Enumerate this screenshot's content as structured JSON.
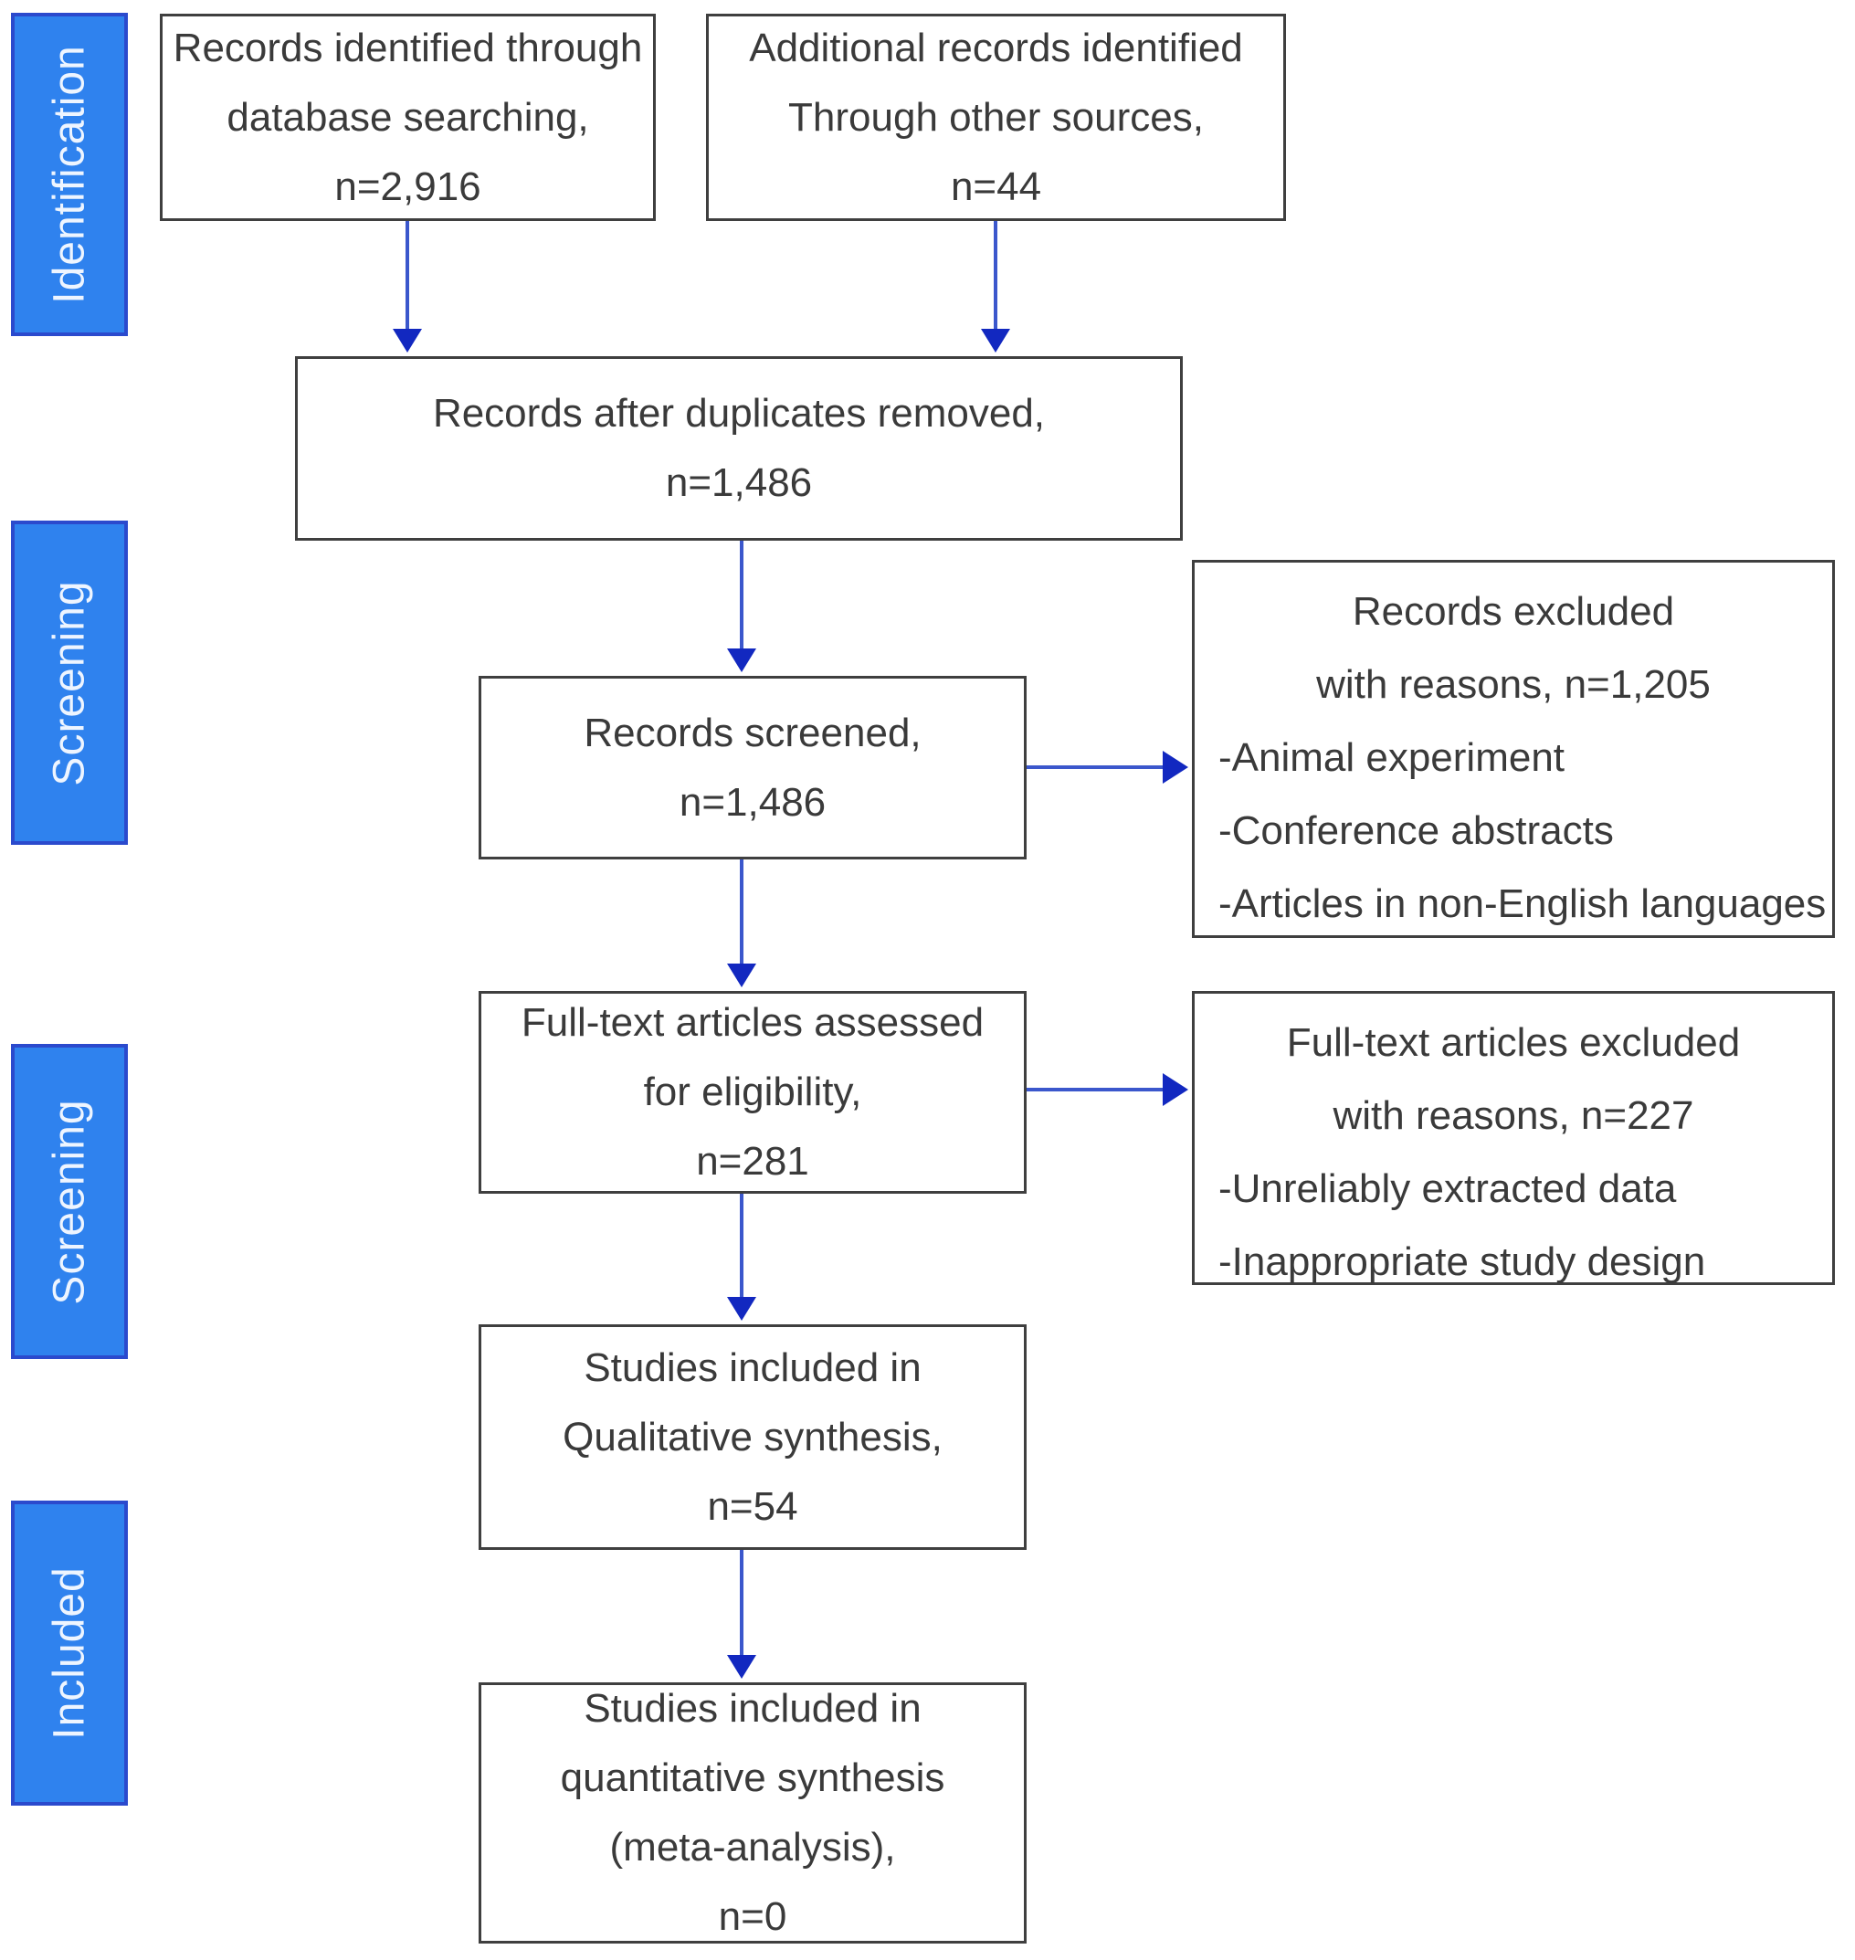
{
  "colors": {
    "sidebar_fill": "#2f82ee",
    "sidebar_border": "#2b4acd",
    "sidebar_text": "#eef5ff",
    "box_border": "#3f3f3f",
    "box_text": "#3a3a3a",
    "arrow": "#3b57cc",
    "arrow_head": "#1228c0",
    "bg": "#ffffff"
  },
  "sidebar": {
    "items": [
      {
        "label": "Identification"
      },
      {
        "label": "Screening"
      },
      {
        "label": "Screening"
      },
      {
        "label": "Included"
      }
    ]
  },
  "flow": {
    "identified": {
      "lines": [
        "Records identified through",
        "database searching,",
        "n=2,916"
      ]
    },
    "additional": {
      "lines": [
        "Additional records identified",
        "Through other sources,",
        "n=44"
      ]
    },
    "deduplicated": {
      "lines": [
        "Records after duplicates removed,",
        "n=1,486"
      ]
    },
    "screened": {
      "lines": [
        "Records screened,",
        "n=1,486"
      ]
    },
    "fulltext_assessed": {
      "lines": [
        "Full-text articles assessed",
        "for eligibility,",
        "n=281"
      ]
    },
    "qualitative": {
      "lines": [
        "Studies included in",
        "Qualitative synthesis,",
        "n=54"
      ]
    },
    "quantitative": {
      "lines": [
        "Studies included in",
        "quantitative synthesis",
        "(meta-analysis),",
        "n=0"
      ]
    }
  },
  "exclusions": {
    "records": {
      "header": [
        "Records excluded",
        "with reasons, n=1,205"
      ],
      "items": [
        "-Animal experiment",
        "-Conference abstracts",
        "-Articles in non-English languages"
      ]
    },
    "fulltext": {
      "header": [
        "Full-text articles excluded",
        "with reasons, n=227"
      ],
      "items": [
        "-Unreliably extracted data",
        "-Inappropriate study design"
      ]
    }
  }
}
